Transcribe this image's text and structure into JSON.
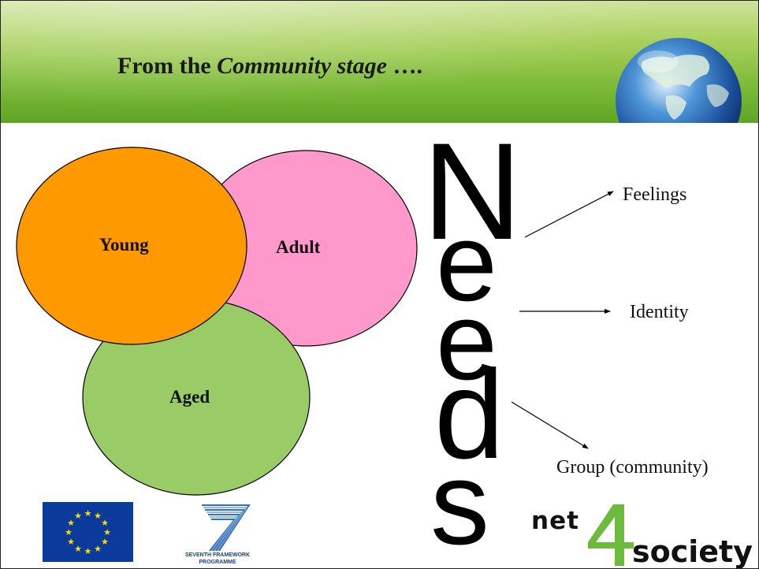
{
  "slide": {
    "title_pre": "From the ",
    "title_italic": "Community stage",
    "title_post": " ….",
    "circles": {
      "young": "Young",
      "adult": "Adult",
      "aged": "Aged"
    },
    "vertical_word": {
      "letters": [
        "N",
        "e",
        "e",
        "d",
        "s"
      ]
    },
    "needs": {
      "feelings": "Feelings",
      "identity": "Identity",
      "group": "Group (community)"
    },
    "logos": {
      "fp7_line1": "SEVENTH FRAMEWORK",
      "fp7_line2": "PROGRAMME",
      "net": "net",
      "four": "4",
      "society": "society"
    },
    "colors": {
      "young": "#ff9900",
      "adult": "#ff99cc",
      "aged": "#99cc66",
      "header": "#7cba38",
      "eu_blue": "#0b3a9d",
      "eu_star": "#ffdd00",
      "net4_green": "#6dbb3c"
    },
    "icons": [
      "globe-icon",
      "eu-flag-icon",
      "fp7-logo-icon",
      "net4society-logo-icon"
    ]
  }
}
